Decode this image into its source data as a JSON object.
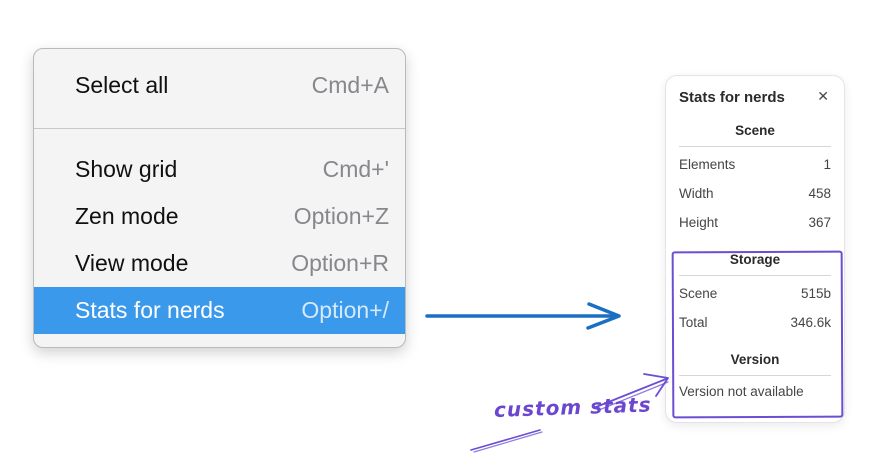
{
  "context_menu": {
    "items": [
      {
        "label": "Select all",
        "shortcut": "Cmd+A",
        "selected": false
      },
      {
        "label": "Show grid",
        "shortcut": "Cmd+'",
        "selected": false
      },
      {
        "label": "Zen mode",
        "shortcut": "Option+Z",
        "selected": false
      },
      {
        "label": "View mode",
        "shortcut": "Option+R",
        "selected": false
      },
      {
        "label": "Stats for nerds",
        "shortcut": "Option+/",
        "selected": true
      }
    ]
  },
  "stats_panel": {
    "title": "Stats for nerds",
    "close_icon": "✕",
    "sections": [
      {
        "header": "Scene",
        "rows": [
          {
            "label": "Elements",
            "value": "1"
          },
          {
            "label": "Width",
            "value": "458"
          },
          {
            "label": "Height",
            "value": "367"
          }
        ]
      },
      {
        "header": "Storage",
        "rows": [
          {
            "label": "Scene",
            "value": "515b"
          },
          {
            "label": "Total",
            "value": "346.6k"
          }
        ]
      },
      {
        "header": "Version",
        "note": "Version not available"
      }
    ]
  },
  "annotations": {
    "custom_stats_label": "custom stats"
  },
  "colors": {
    "menu_selected_bg": "#3b99ec",
    "menu_bg": "#f4f4f5",
    "blue_arrow": "#1b6fc2",
    "purple_annotation": "#6b4ed2"
  }
}
